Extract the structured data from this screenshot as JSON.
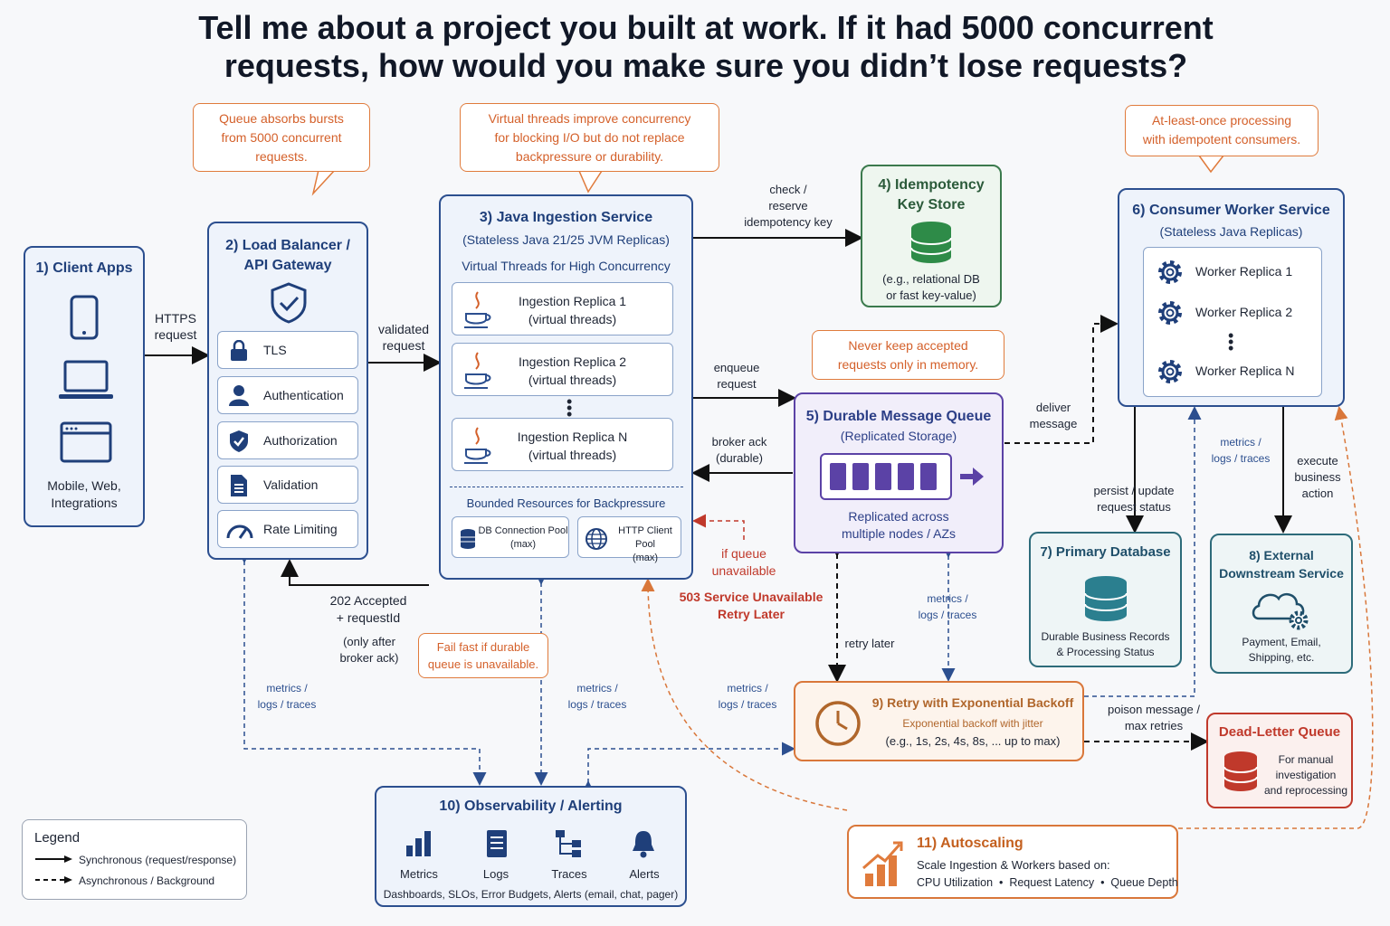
{
  "title": [
    "Tell me about a project you built at work. If it had 5000 concurrent",
    "requests, how would you make sure you didn’t lose requests?"
  ],
  "callouts": {
    "queue_bursts": [
      "Queue absorbs bursts",
      "from 5000 concurrent",
      "requests."
    ],
    "virtual_threads": [
      "Virtual threads improve concurrency",
      "for blocking I/O but do not replace",
      "backpressure or durability."
    ],
    "at_least_once": [
      "At-least-once processing",
      "with idempotent consumers."
    ],
    "never_memory": [
      "Never keep accepted",
      "requests only in memory."
    ],
    "fail_fast": [
      "Fail fast if durable",
      "queue is unavailable."
    ]
  },
  "client": {
    "title": "1) Client Apps",
    "caption": [
      "Mobile, Web,",
      "Integrations"
    ],
    "icons": [
      "phone-icon",
      "laptop-icon",
      "browser-window-icon"
    ]
  },
  "gateway": {
    "title": [
      "2) Load Balancer /",
      "API Gateway"
    ],
    "items": [
      {
        "label": "TLS",
        "icon": "lock-icon"
      },
      {
        "label": "Authentication",
        "icon": "user-icon"
      },
      {
        "label": "Authorization",
        "icon": "shield-check-icon"
      },
      {
        "label": "Validation",
        "icon": "document-icon"
      },
      {
        "label": "Rate Limiting",
        "icon": "gauge-icon"
      }
    ]
  },
  "ingestion": {
    "title": "3) Java Ingestion Service",
    "subtitle": "(Stateless Java 21/25 JVM Replicas)",
    "caption": "Virtual Threads for High Concurrency",
    "replicas": [
      {
        "name": "Ingestion Replica 1",
        "note": "(virtual threads)"
      },
      {
        "name": "Ingestion Replica 2",
        "note": "(virtual threads)"
      },
      {
        "name": "Ingestion Replica N",
        "note": "(virtual threads)"
      }
    ],
    "bounded": "Bounded Resources for Backpressure",
    "pools": [
      {
        "name": "DB Connection Pool",
        "note": "(max)",
        "icon": "database-icon"
      },
      {
        "name": "HTTP Client Pool",
        "note": "(max)",
        "icon": "globe-icon"
      }
    ]
  },
  "idempotency": {
    "title": [
      "4) Idempotency",
      "Key Store"
    ],
    "caption": [
      "(e.g., relational DB",
      "or fast key-value)"
    ]
  },
  "queue": {
    "title": "5) Durable Message Queue",
    "subtitle": "(Replicated Storage)",
    "caption": [
      "Replicated across",
      "multiple nodes / AZs"
    ]
  },
  "consumer": {
    "title": "6) Consumer Worker Service",
    "subtitle": "(Stateless Java Replicas)",
    "workers": [
      "Worker Replica 1",
      "Worker Replica 2",
      "Worker Replica N"
    ]
  },
  "primary_db": {
    "title": "7) Primary Database",
    "caption": [
      "Durable Business Records",
      "& Processing Status"
    ]
  },
  "external": {
    "title": [
      "8) External",
      "Downstream Service"
    ],
    "caption": [
      "Payment, Email,",
      "Shipping, etc."
    ]
  },
  "retry": {
    "title": "9) Retry with Exponential Backoff",
    "line1": "Exponential backoff with jitter",
    "line2": "(e.g., 1s, 2s, 4s, 8s, ... up to max)"
  },
  "dlq": {
    "title": "Dead-Letter Queue",
    "caption": [
      "For manual",
      "investigation",
      "and reprocessing"
    ]
  },
  "observability": {
    "title": "10) Observability / Alerting",
    "items": [
      {
        "label": "Metrics",
        "icon": "bar-chart-icon"
      },
      {
        "label": "Logs",
        "icon": "log-file-icon"
      },
      {
        "label": "Traces",
        "icon": "trace-tree-icon"
      },
      {
        "label": "Alerts",
        "icon": "bell-icon"
      }
    ],
    "caption": "Dashboards, SLOs, Error Budgets, Alerts (email, chat, pager)"
  },
  "autoscaling": {
    "title": "11) Autoscaling",
    "line1": "Scale Ingestion & Workers based on:",
    "line2": "CPU Utilization  •  Request Latency  •  Queue Depth"
  },
  "legend": {
    "title": "Legend",
    "sync": "Synchronous (request/response)",
    "async": "Asynchronous / Background"
  },
  "edge_labels": {
    "https": [
      "HTTPS",
      "request"
    ],
    "validated": [
      "validated",
      "request"
    ],
    "check_key": [
      "check /",
      "reserve",
      "idempotency key"
    ],
    "enqueue": [
      "enqueue",
      "request"
    ],
    "broker_ack": [
      "broker ack",
      "(durable)"
    ],
    "deliver": [
      "deliver",
      "message"
    ],
    "accepted": [
      "202 Accepted",
      "+ requestId"
    ],
    "after_ack": [
      "(only after",
      "broker ack)"
    ],
    "if_unavailable": [
      "if queue",
      "unavailable"
    ],
    "service_unavailable": [
      "503 Service Unavailable",
      "Retry Later"
    ],
    "retry_later": "retry later",
    "persist": [
      "persist / update",
      "request status"
    ],
    "execute": [
      "execute",
      "business",
      "action"
    ],
    "poison": [
      "poison message /",
      "max retries"
    ],
    "metrics_logs": [
      "metrics /",
      "logs / traces"
    ]
  },
  "colors": {
    "blue": "#2c4f8f",
    "green": "#3b7a4d",
    "purple": "#5b42a6",
    "orange": "#d9773a",
    "red": "#c0392b",
    "teal": "#2d6b7a"
  }
}
